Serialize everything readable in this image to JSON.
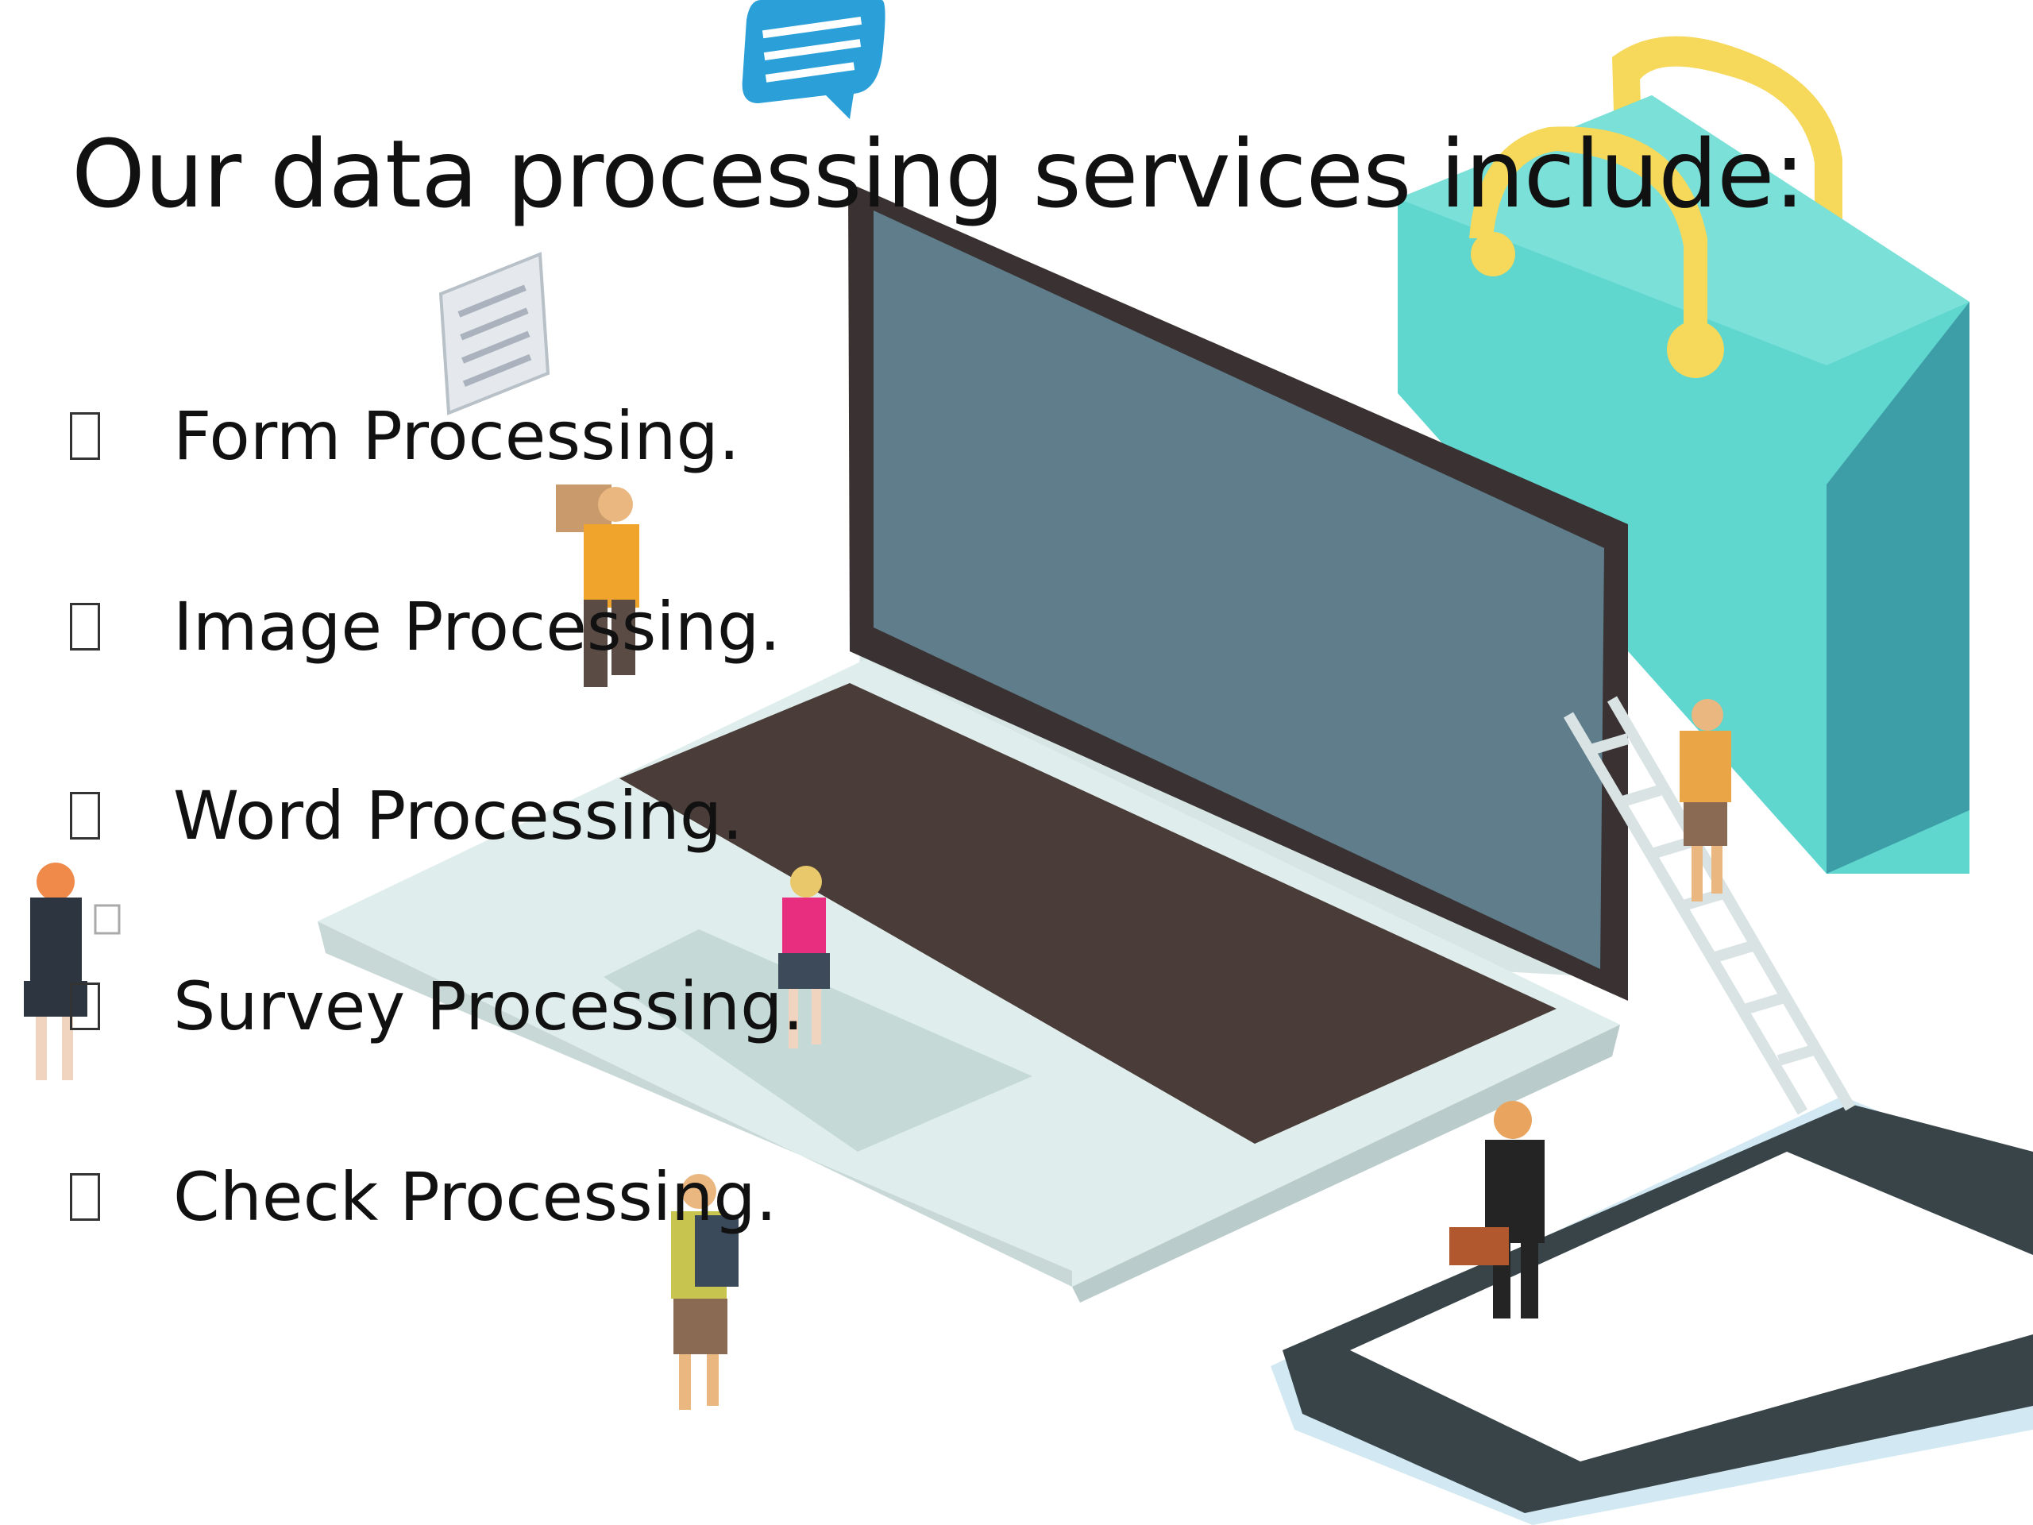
{
  "title": "Our data processing services include:",
  "services": [
    "Form Processing.",
    "Image Processing.",
    "Word Processing.",
    "Survey Processing.",
    "Check Processing."
  ],
  "colors": {
    "text": "#111111",
    "laptop_body": "#dfeeec",
    "laptop_screen": "#5f7d8b",
    "laptop_bezel": "#3a3232",
    "keyboard": "#4a3c39",
    "bag": "#5fd6ce",
    "bag_handle": "#f6d85a",
    "chat_bubble": "#2a9fd8",
    "phone_frame": "#384448",
    "phone_screen": "#ffffff"
  },
  "icons": [
    "chat-bubble-icon",
    "document-icon",
    "shopping-bag-icon",
    "laptop-icon",
    "smartphone-icon",
    "ladder-icon"
  ]
}
